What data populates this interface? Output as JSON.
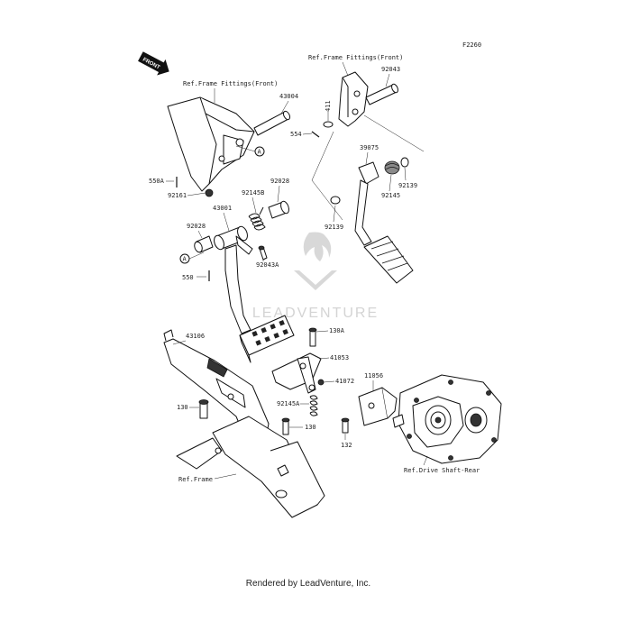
{
  "diagram_code": "F2260",
  "front_badge": "FRONT",
  "ref_labels": {
    "frame_fittings_front_left": "Ref.Frame Fittings(Front)",
    "frame_fittings_front_right": "Ref.Frame Fittings(Front)",
    "frame": "Ref.Frame",
    "drive_shaft_rear": "Ref.Drive Shaft-Rear"
  },
  "parts": {
    "p43004": "43004",
    "p550A": "550A",
    "p92161": "92161",
    "p92145B": "92145B",
    "p92028_top": "92028",
    "p43001": "43001",
    "p92028_left": "92028",
    "p92043A": "92043A",
    "p550": "550",
    "p43106": "43106",
    "p130_left": "130",
    "p130A": "130A",
    "p41053": "41053",
    "p41072": "41072",
    "p92145A": "92145A",
    "p130_mid": "130",
    "p11056": "11056",
    "p132": "132",
    "p92043": "92043",
    "p411": "411",
    "p554": "554",
    "p39075": "39075",
    "p92145": "92145",
    "p92139_right": "92139",
    "p92139_left": "92139"
  },
  "callout_a": "A",
  "watermark": "LEADVENTURE",
  "footer": "Rendered by LeadVenture, Inc."
}
